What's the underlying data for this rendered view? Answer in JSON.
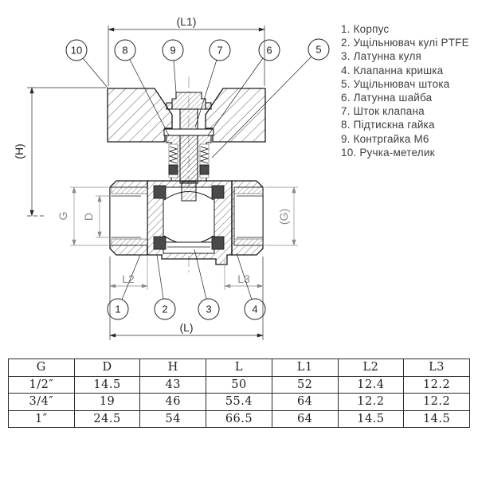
{
  "legend": {
    "items": [
      "1. Корпус",
      "2. Ущільнювач кулі PTFE",
      "3. Латунна куля",
      "4. Клапанна кришка",
      "5. Ущільнювач штока",
      "6. Латунна шайба",
      "7. Шток клапана",
      "8. Підтискна гайка",
      "9. Контргайка М6",
      "10. Ручка-метелик"
    ]
  },
  "diagram": {
    "dimension_labels": {
      "l1": "(L1)",
      "h": "(H)",
      "g_left": "G",
      "d": "D",
      "g_right": "(G)",
      "l2": "L2",
      "l3": "L3",
      "l": "(L)"
    },
    "callouts": [
      "1",
      "2",
      "3",
      "4",
      "5",
      "6",
      "7",
      "8",
      "9",
      "10"
    ]
  },
  "table": {
    "headers": [
      "G",
      "D",
      "H",
      "L",
      "L1",
      "L2",
      "L3"
    ],
    "rows": [
      [
        "1/2″",
        "14.5",
        "43",
        "50",
        "52",
        "12.4",
        "12.2"
      ],
      [
        "3/4″",
        "19",
        "46",
        "55.4",
        "64",
        "12.2",
        "12.2"
      ],
      [
        "1″",
        "24.5",
        "54",
        "66.5",
        "64",
        "14.5",
        "14.5"
      ]
    ]
  }
}
